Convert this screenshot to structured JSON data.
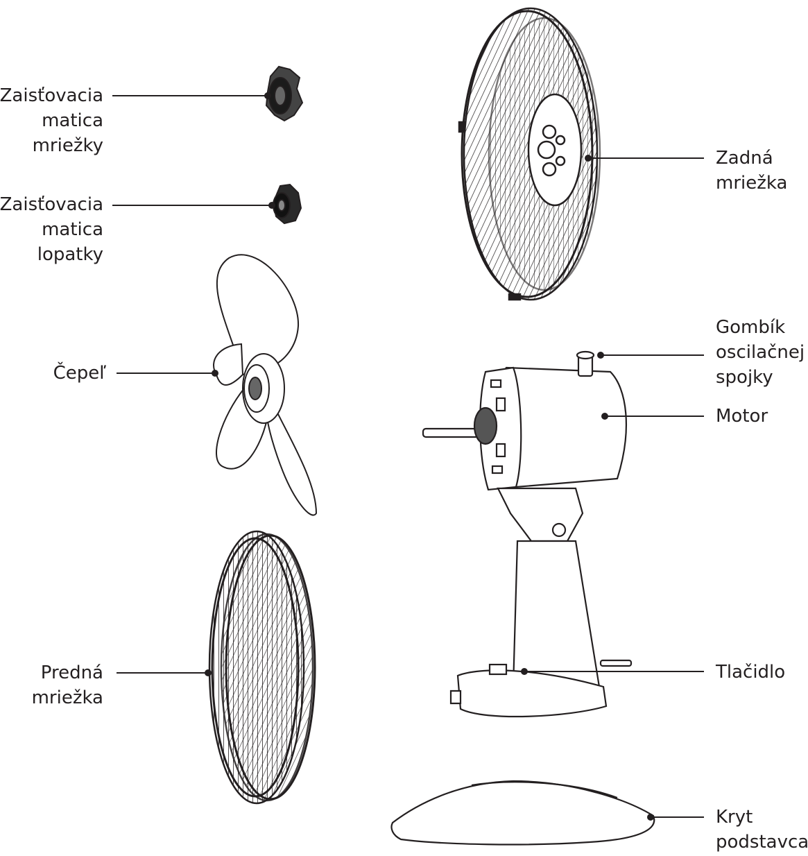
{
  "labels": {
    "grill_nut": [
      "Zaisťovacia",
      "matica",
      "mriežky"
    ],
    "blade_nut": [
      "Zaisťovacia",
      "matica",
      "lopatky"
    ],
    "blade": [
      "Čepeľ"
    ],
    "front_grill": [
      "Predná",
      "mriežka"
    ],
    "rear_grill": [
      "Zadná",
      "mriežka"
    ],
    "oscillation_knob": [
      "Gombík",
      "oscilačnej",
      "spojky"
    ],
    "motor": [
      "Motor"
    ],
    "button": [
      "Tlačidlo"
    ],
    "base_cover": [
      "Kryt",
      "podstavca"
    ]
  },
  "colors": {
    "ink": "#231f20",
    "background": "#ffffff"
  }
}
